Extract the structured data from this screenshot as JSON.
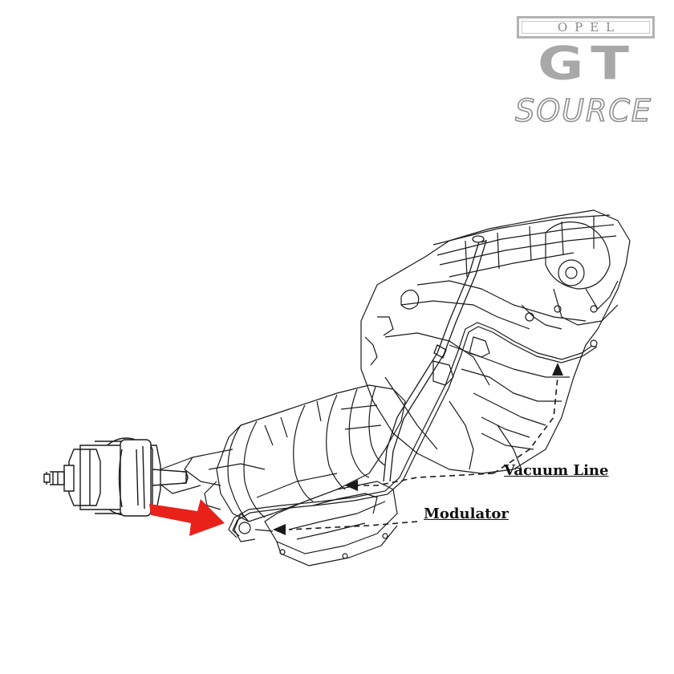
{
  "logo": {
    "brand_top": "OPEL",
    "brand_main": "GT",
    "brand_bottom": "SOURCE"
  },
  "labels": {
    "vacuum_line": "Vacuum Line",
    "modulator": "Modulator"
  },
  "colors": {
    "arrow": "#e8211b",
    "line_art": "#1a1a1a",
    "logo_gray": "#a8a8a8"
  },
  "icons": {
    "pointer": "red-arrow-icon"
  }
}
